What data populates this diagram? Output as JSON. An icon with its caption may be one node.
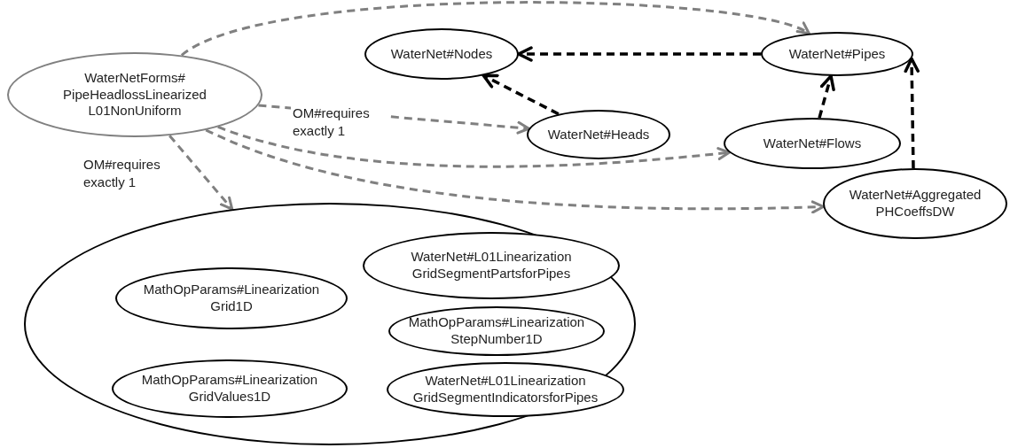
{
  "diagram": {
    "nodes": [
      {
        "text": [
          "WaterNetForms# PipeHeadlossLinearized L01NonUniform"
        ]
      },
      {
        "text": [
          "WaterNet#Nodes"
        ]
      },
      {
        "text": [
          "WaterNet#Pipes"
        ]
      },
      {
        "text": [
          "WaterNet#Heads"
        ]
      },
      {
        "text": [
          "WaterNet#Flows"
        ]
      },
      {
        "text": [
          "WaterNet#Aggregated PHCoeffsDW"
        ]
      },
      {
        "text": [],
        "shape": "circle"
      },
      {
        "text": [
          "MathOpParams#Linearization Grid1D"
        ],
        "in": 6
      },
      {
        "text": [
          "WaterNet#L01Linearization GridSegmentPartsforPipes"
        ],
        "in": 6
      },
      {
        "text": [
          "MathOpParams#Linearization StepNumber1D"
        ],
        "in": 6
      },
      {
        "text": [
          "MathOpParams#Linearization GridValues1D"
        ],
        "in": 6
      },
      {
        "text": [
          "WaterNet#L01Linearization GridSegmentIndicatorsforPipes"
        ],
        "in": 6
      }
    ],
    "edges": [
      {
        "from": 0,
        "to": 2,
        "arrow": "to",
        "style": "dashed"
      },
      {
        "from": 0,
        "to": 3,
        "arrow": "to",
        "style": "dashed",
        "label": "OM#requires exactly 1"
      },
      {
        "from": 0,
        "to": 4,
        "arrow": "to",
        "style": "dashed"
      },
      {
        "from": 0,
        "to": 5,
        "arrow": "to",
        "style": "dashed"
      },
      {
        "from": 0,
        "to": 6,
        "arrow": "to",
        "style": "dashed",
        "label": "OM#requires exactly 1"
      },
      {
        "from": 2,
        "to": 1,
        "arrow": "to",
        "style": "dashed",
        "color": "#000000"
      },
      {
        "from": 3,
        "to": 1,
        "arrow": "to",
        "style": "dashed",
        "color": "#000000"
      },
      {
        "from": 4,
        "to": 2,
        "arrow": "to",
        "style": "dashed",
        "color": "#000000"
      },
      {
        "from": 5,
        "to": 2,
        "arrow": "to",
        "style": "dashed",
        "color": "#000000"
      }
    ]
  }
}
